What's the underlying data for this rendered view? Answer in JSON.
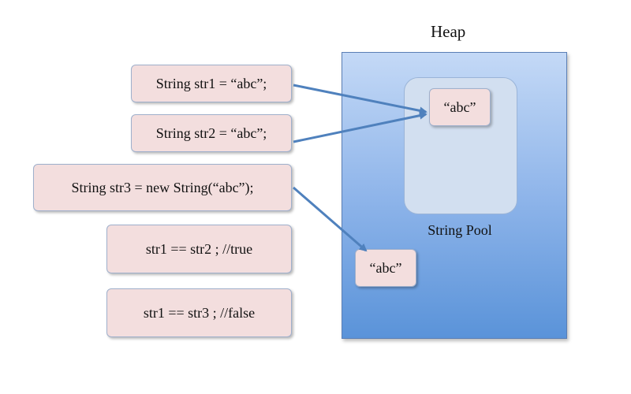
{
  "heap": {
    "title": "Heap"
  },
  "string_pool": {
    "label": "String Pool",
    "value": "“abc”"
  },
  "heap_object": {
    "value": "“abc”"
  },
  "statements": [
    "String str1 = “abc”;",
    "String str2 = “abc”;",
    "String str3 = new String(“abc”);"
  ],
  "comparisons": [
    "str1 == str2 ; //true",
    "str1 == str3 ; //false"
  ],
  "colors": {
    "arrow": "#4f81bd",
    "box_fill": "#f3dede",
    "heap_top": "#c4d9f6",
    "heap_bottom": "#5a93d9",
    "pool_fill": "#d2dff0"
  }
}
